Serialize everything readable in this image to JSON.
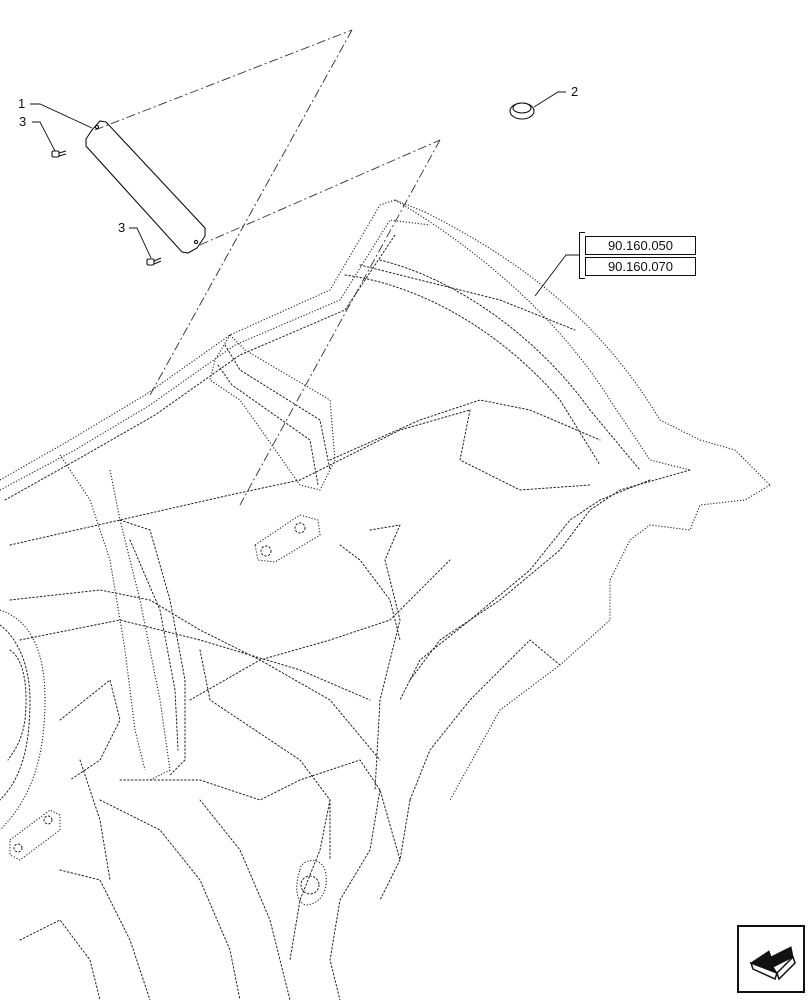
{
  "callouts": {
    "part_1": "1",
    "part_2": "2",
    "part_3_top": "3",
    "part_3_bottom": "3"
  },
  "references": [
    "90.160.050",
    "90.160.070"
  ],
  "nav": {
    "icon": "previous-page-arrow-icon"
  }
}
